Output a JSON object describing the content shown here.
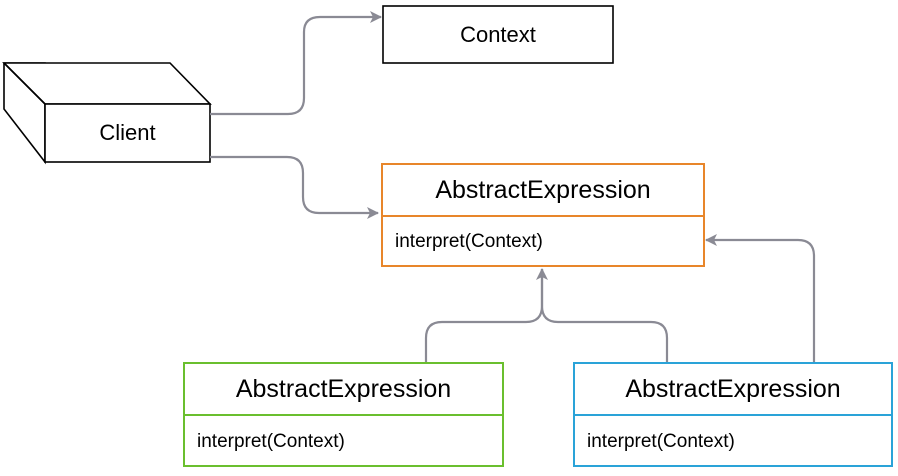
{
  "diagram": {
    "client": {
      "label": "Client"
    },
    "context": {
      "label": "Context"
    },
    "abstract": {
      "name": "AbstractExpression",
      "method": "interpret(Context)",
      "color": "#e8862a"
    },
    "left_expr": {
      "name": "AbstractExpression",
      "method": "interpret(Context)",
      "color": "#6abf2e"
    },
    "right_expr": {
      "name": "AbstractExpression",
      "method": "interpret(Context)",
      "color": "#2aa3d8"
    },
    "connector_color": "#8a8a94"
  }
}
